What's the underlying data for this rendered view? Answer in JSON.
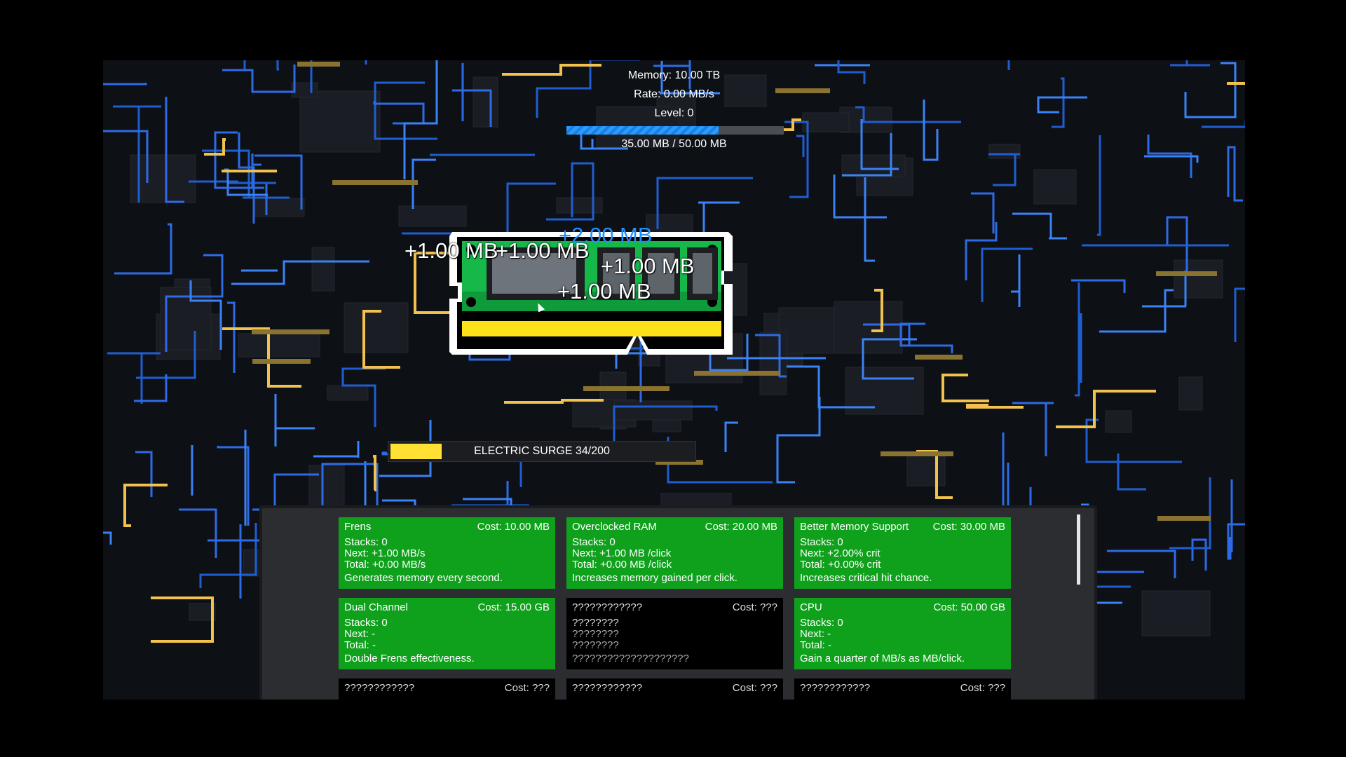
{
  "hud": {
    "memory": "Memory: 10.00 TB",
    "rate": "Rate: 0.00 MB/s",
    "level": "Level: 0",
    "progress_text": "35.00 MB / 50.00 MB",
    "progress_fraction": 0.7
  },
  "floating_texts": [
    {
      "text": "+1.00 MB",
      "crit": false
    },
    {
      "text": "+1.00 MB",
      "crit": false
    },
    {
      "text": "+2.00 MB",
      "crit": true
    },
    {
      "text": "+1.00 MB",
      "crit": false
    },
    {
      "text": "+1.00 MB",
      "crit": false
    }
  ],
  "surge": {
    "label": "ELECTRIC SURGE  34/200",
    "fraction": 0.17
  },
  "colors": {
    "card_green": "#0fa11c",
    "crit_blue": "#1f8fff",
    "surge_yellow": "#ffe033",
    "circuit_blue": "#2d6be6",
    "circuit_gold": "#f2c14e"
  },
  "upgrades": [
    {
      "name": "Frens",
      "cost": "Cost: 10.00 MB",
      "stacks": "Stacks: 0",
      "next": "Next:  +1.00 MB/s",
      "total": "Total: +0.00 MB/s",
      "desc": "Generates memory every second.",
      "locked": false
    },
    {
      "name": "Overclocked RAM",
      "cost": "Cost: 20.00 MB",
      "stacks": "Stacks: 0",
      "next": "Next:  +1.00 MB /click",
      "total": "Total: +0.00 MB /click",
      "desc": "Increases memory gained per click.",
      "locked": false
    },
    {
      "name": "Better Memory Support",
      "cost": "Cost: 30.00 MB",
      "stacks": "Stacks: 0",
      "next": "Next:  +2.00% crit",
      "total": "Total: +0.00% crit",
      "desc": "Increases critical hit chance.",
      "locked": false
    },
    {
      "name": "Dual Channel",
      "cost": "Cost: 15.00 GB",
      "stacks": "Stacks: 0",
      "next": "Next:  -",
      "total": "Total: -",
      "desc": "Double Frens effectiveness.",
      "locked": false
    },
    {
      "name": "????????????",
      "cost": "Cost: ???",
      "stacks": "????????",
      "next": "????????",
      "total": "????????",
      "desc": "????????????????????",
      "locked": true
    },
    {
      "name": "CPU",
      "cost": "Cost: 50.00 GB",
      "stacks": "Stacks: 0",
      "next": "Next:  -",
      "total": "Total: -",
      "desc": "Gain a quarter of MB/s as MB/click.",
      "locked": false
    },
    {
      "name": "????????????",
      "cost": "Cost: ???",
      "stacks": "",
      "next": "",
      "total": "",
      "desc": "",
      "locked": true
    },
    {
      "name": "????????????",
      "cost": "Cost: ???",
      "stacks": "",
      "next": "",
      "total": "",
      "desc": "",
      "locked": true
    },
    {
      "name": "????????????",
      "cost": "Cost: ???",
      "stacks": "",
      "next": "",
      "total": "",
      "desc": "",
      "locked": true
    }
  ]
}
